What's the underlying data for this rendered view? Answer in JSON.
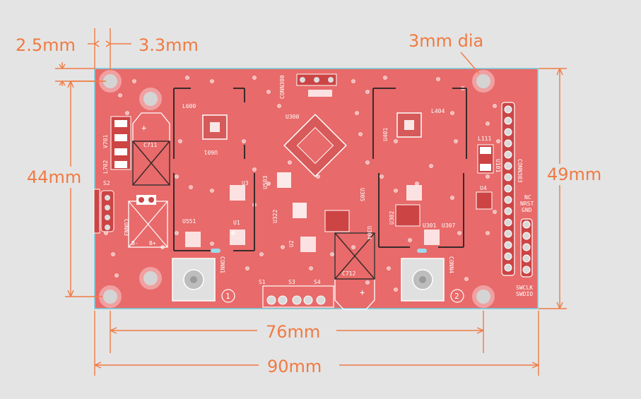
{
  "dimensions": {
    "hole_offset_x": "2.5mm",
    "hole_offset_y": "3.3mm",
    "hole_diameter": "3mm dia",
    "inner_height": "44mm",
    "board_height": "49mm",
    "hole_spacing_x": "76mm",
    "board_width": "90mm"
  },
  "silkscreen": {
    "conn300": "CONN300",
    "u300": "U300",
    "l600": "L600",
    "l404": "L404",
    "l111": "L111",
    "u101": "U101",
    "conn303": "CONN303",
    "nc": "NC",
    "nrst": "NRST",
    "gnd": "GND",
    "u4": "U4",
    "swclk": "SWCLK",
    "swdio": "SWDIO",
    "conn4": "CONN4",
    "circle2": "2",
    "u307": "U307",
    "u301": "U301",
    "u302": "U302",
    "u304": "U304",
    "u305": "U305",
    "c712": "C712",
    "s4": "S4",
    "s3": "S3",
    "s1": "S1",
    "conn1": "CONN1",
    "circle1": "1",
    "u2": "U2",
    "u1": "U1",
    "u551": "U551",
    "u3": "U3",
    "u322": "U322",
    "u503": "U503",
    "conn3": "CONN3",
    "b_minus": "B-",
    "b_plus": "B+",
    "s2": "S2",
    "l702": "L702",
    "v701": "V701",
    "c711": "C711",
    "u601": "U601",
    "u401": "U401"
  },
  "colors": {
    "background": "#e4e4e4",
    "board": "#e86a6a",
    "outline": "#6fd0e0",
    "dimension": "#ef7b43",
    "silkscreen": "#ffffff",
    "hole": "#d9d9d9"
  }
}
